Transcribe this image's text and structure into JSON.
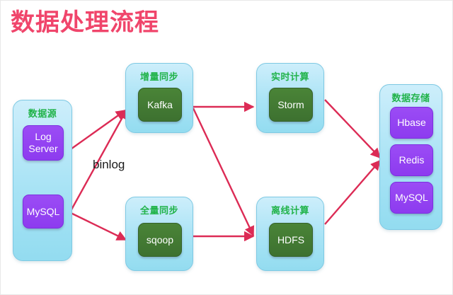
{
  "title": "数据处理流程",
  "colors": {
    "title": "#f0456b",
    "arrow": "#dc2b55",
    "group_fill": "#a8e3f5",
    "group_border": "#7ec9e3",
    "group_title": "#21b34a",
    "node_purple": "#8d3bef",
    "node_green": "#3d7130"
  },
  "groups": {
    "data_source": {
      "label": "数据源",
      "nodes": [
        {
          "label": "Log Server"
        },
        {
          "label": "MySQL"
        }
      ]
    },
    "incremental_sync": {
      "label": "增量同步",
      "nodes": [
        {
          "label": "Kafka"
        }
      ]
    },
    "full_sync": {
      "label": "全量同步",
      "nodes": [
        {
          "label": "sqoop"
        }
      ]
    },
    "realtime_compute": {
      "label": "实时计算",
      "nodes": [
        {
          "label": "Storm"
        }
      ]
    },
    "offline_compute": {
      "label": "离线计算",
      "nodes": [
        {
          "label": "HDFS"
        }
      ]
    },
    "data_storage": {
      "label": "数据存储",
      "nodes": [
        {
          "label": "Hbase"
        },
        {
          "label": "Redis"
        },
        {
          "label": "MySQL"
        }
      ]
    }
  },
  "edges": [
    {
      "label": "binlog"
    }
  ]
}
